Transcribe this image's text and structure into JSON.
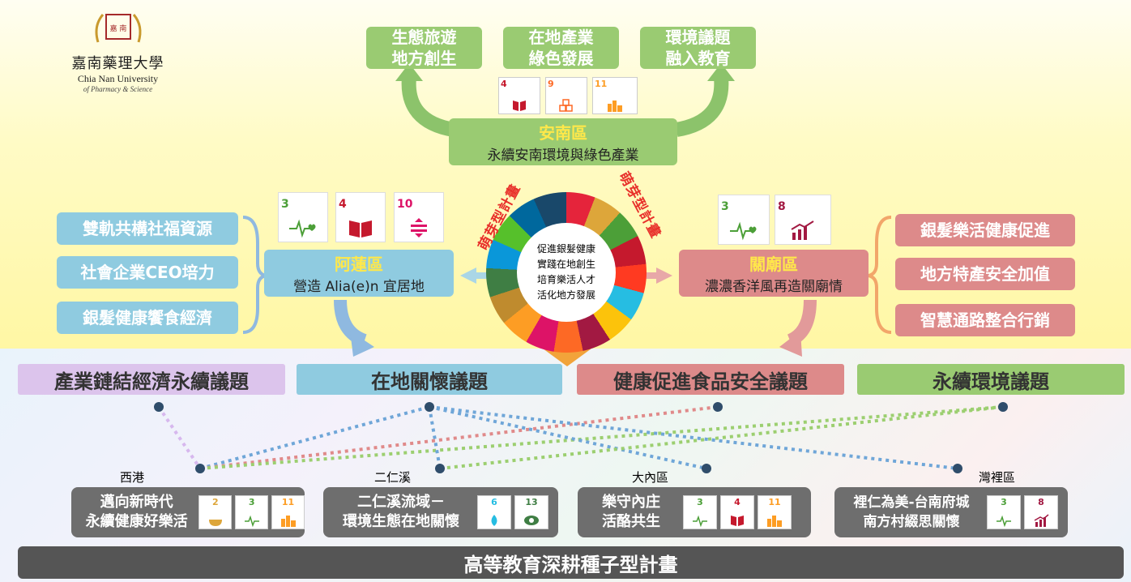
{
  "logo": {
    "cn": "嘉南藥理大學",
    "en1": "Chia Nan University",
    "en2": "of Pharmacy & Science",
    "seal": "嘉 南"
  },
  "annan": {
    "title": "安南區",
    "subtitle": "永續安南環境與綠色產業",
    "goals": [
      "生態旅遊\n地方創生",
      "在地產業\n綠色發展",
      "環境議題\n融入教育"
    ],
    "sdgs": [
      {
        "n": "4",
        "c": "#c5192d"
      },
      {
        "n": "9",
        "c": "#fd6925"
      },
      {
        "n": "11",
        "c": "#fd9d24"
      }
    ]
  },
  "alian": {
    "title": "阿蓮區",
    "subtitle": "營造 Alia(e)n 宜居地",
    "items": [
      "雙軌共構社福資源",
      "社會企業CEO培力",
      "銀髮健康饗食經濟"
    ],
    "sdgs": [
      {
        "n": "3",
        "c": "#4c9f38"
      },
      {
        "n": "4",
        "c": "#c5192d"
      },
      {
        "n": "10",
        "c": "#dd1367"
      }
    ]
  },
  "guanmiao": {
    "title": "關廟區",
    "subtitle": "濃濃香洋風再造關廟情",
    "items": [
      "銀髮樂活健康促進",
      "地方特產安全加值",
      "智慧通路整合行銷"
    ],
    "sdgs": [
      {
        "n": "3",
        "c": "#4c9f38"
      },
      {
        "n": "8",
        "c": "#a21942"
      }
    ]
  },
  "wheel": {
    "center": [
      "促進銀髮健康",
      "實踐在地創生",
      "培育樂活人才",
      "活化地方發展"
    ],
    "left_arc": "萌芽型計畫",
    "right_arc": "萌芽型計畫"
  },
  "categories": [
    "產業鏈結經濟永續議題",
    "在地關懷議題",
    "健康促進食品安全議題",
    "永續環境議題"
  ],
  "sites": [
    {
      "place": "西港",
      "lines": [
        "邁向新時代",
        "永續健康好樂活"
      ],
      "sdgs": [
        {
          "n": "2",
          "c": "#dda63a"
        },
        {
          "n": "3",
          "c": "#4c9f38"
        },
        {
          "n": "11",
          "c": "#fd9d24"
        }
      ]
    },
    {
      "place": "二仁溪",
      "lines": [
        "二仁溪流域－",
        "環境生態在地關懷"
      ],
      "sdgs": [
        {
          "n": "6",
          "c": "#26bde2"
        },
        {
          "n": "13",
          "c": "#3f7e44"
        }
      ]
    },
    {
      "place": "大內區",
      "lines": [
        "樂守內庄",
        "活酪共生"
      ],
      "sdgs": [
        {
          "n": "3",
          "c": "#4c9f38"
        },
        {
          "n": "4",
          "c": "#c5192d"
        },
        {
          "n": "11",
          "c": "#fd9d24"
        }
      ]
    },
    {
      "place": "灣裡區",
      "lines": [
        "裡仁為美-台南府城",
        "南方村綴思關懷"
      ],
      "sdgs": [
        {
          "n": "3",
          "c": "#4c9f38"
        },
        {
          "n": "8",
          "c": "#a21942"
        }
      ]
    }
  ],
  "footer": "高等教育深耕種子型計畫",
  "colors": {
    "green": "#9acb72",
    "blue": "#8fcbe0",
    "red": "#dd8a8a",
    "purple": "#dcc4ec",
    "grey": "#6e6e6e"
  }
}
